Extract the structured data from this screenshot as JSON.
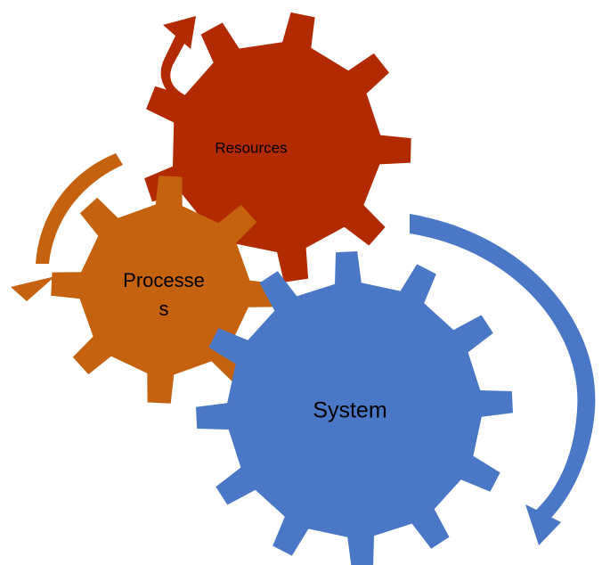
{
  "gears": {
    "resources": {
      "label": "Resources",
      "color": "#b22a00"
    },
    "processes": {
      "label_line1": "Processe",
      "label_line2": "s",
      "color": "#c4620f"
    },
    "system": {
      "label": "System",
      "color": "#4a78c6"
    }
  },
  "arrows": {
    "resources_cycle": {
      "color": "#b22a00"
    },
    "processes_cycle": {
      "color": "#c4620f"
    },
    "system_cycle": {
      "color": "#4a78c6"
    }
  }
}
